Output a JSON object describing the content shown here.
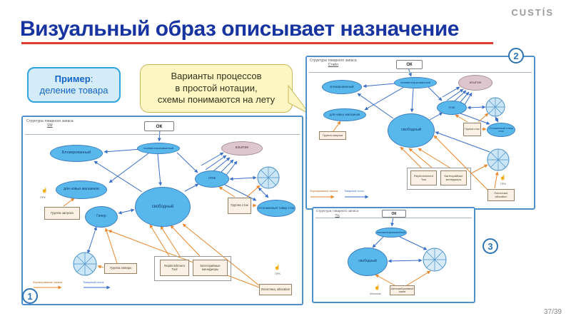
{
  "page": {
    "logo": "CUSTÍS",
    "title": "Визуальный образ описывает назначение",
    "page_number": "37/39"
  },
  "example_box": {
    "title": "Пример",
    "colon": ":",
    "subtitle": "деление товара"
  },
  "speech_bubble": {
    "line1": "Варианты процессов",
    "line2": "в простой нотации,",
    "line3": "схемы понимаются на лету"
  },
  "badges": {
    "b1": "1",
    "b2": "2",
    "b3": "3"
  },
  "labels": {
    "window_title": "Структура товарного запаса",
    "d1_subtitle": "SM",
    "d2_subtitle": "Стайл",
    "d3_subtitle": "ТЦ",
    "ok": "ОК",
    "blocked": "Блокированный",
    "uninventoried": "неинвентаризованный",
    "withdrawal": "изъятие",
    "for_new_stores": "для новых магазинов",
    "free": "свободный",
    "stock": "сток",
    "hyper": "Гипер",
    "launch_group": "Группа запуска",
    "stock_group": "Группа сток",
    "deferred": "Отложенный товар сток",
    "hyper_group": "Группа гипера",
    "repl_tool": "Replenishment Tool",
    "cat_managers": "Категорийные менеджеры",
    "logistics": "Логистика, allocation",
    "auto_order": "Автозабираемый заказ",
    "prk": "ПРК",
    "stores": "Магазины",
    "legend_order": "Формирование заказа",
    "legend_flow": "Товарный поток"
  },
  "colors": {
    "title_blue": "#1734A1",
    "accent_red": "#E23B2E",
    "node_blue": "#58B7EB",
    "node_pink": "#DEC6CE",
    "arrow_blue": "#3A6FC8",
    "arrow_orange": "#E8872B",
    "bubble_yellow": "#FDF6C3",
    "frame_blue": "#4E90CC"
  }
}
